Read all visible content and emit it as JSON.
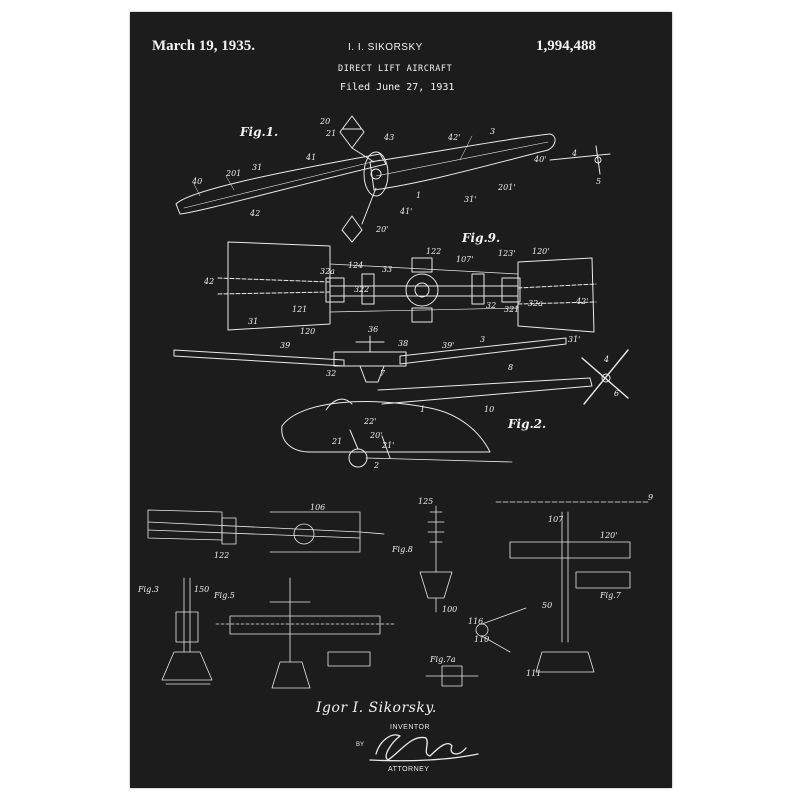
{
  "header": {
    "date": "March 19, 1935.",
    "inventor_heading": "I. I. SIKORSKY",
    "patent_number": "1,994,488",
    "title": "DIRECT LIFT AIRCRAFT",
    "filed": "Filed June 27, 1931"
  },
  "figures": {
    "fig1": "Fig.1.",
    "fig9": "Fig.9.",
    "fig2": "Fig.2.",
    "fig8": "Fig.8",
    "fig3": "Fig.3",
    "fig5": "Fig.5",
    "fig7": "Fig.7",
    "fig7a": "Fig.7a"
  },
  "reference_numerals": {
    "fig1": [
      "40",
      "201",
      "31",
      "42",
      "20",
      "21",
      "43",
      "42'",
      "3",
      "40'",
      "4",
      "5",
      "201'",
      "31'",
      "41",
      "41'",
      "20'",
      "1"
    ],
    "fig9": [
      "42",
      "32a",
      "124",
      "33",
      "122",
      "107'",
      "123'",
      "120'",
      "322",
      "121",
      "31",
      "120",
      "32",
      "32a",
      "42'",
      "321",
      "31'"
    ],
    "fig2": [
      "39",
      "36",
      "38",
      "39'",
      "3",
      "8",
      "4",
      "6",
      "32",
      "7",
      "1",
      "10",
      "22'",
      "21",
      "20'",
      "21'",
      "2"
    ],
    "lower": [
      "125",
      "106",
      "107",
      "116",
      "120'",
      "9",
      "122",
      "110",
      "50",
      "100",
      "111",
      "150"
    ]
  },
  "signature": {
    "inventor_name": "Igor I. Sikorsky.",
    "inventor_role": "INVENTOR",
    "by": "BY",
    "attorney_role": "ATTORNEY"
  },
  "colors": {
    "background": "#1c1c1c",
    "ink": "#f2f2f2",
    "frame": "#ffffff"
  }
}
